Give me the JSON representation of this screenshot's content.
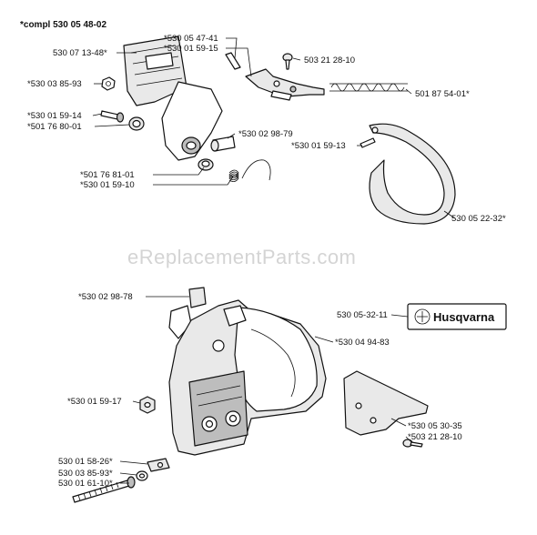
{
  "kit_label": "*compl 530 05 48-02",
  "watermark": "eReplacementParts.com",
  "brand_logo_text": "Husqvarna",
  "labels": [
    "530 07 13-48*",
    "*530 03 85-93",
    "*530 01 59-14",
    "*501 76 80-01",
    "*530 05 47-41",
    "*530 01 59-15",
    "503 21 28-10",
    "501 87 54-01*",
    "*530 02 98-79",
    "*530 01 59-13",
    "*501 76 81-01",
    "*530 01 59-10",
    "530 05 22-32*",
    "*530 02 98-78",
    "530 05-32-11",
    "*530 04 94-83",
    "*530 01 59-17",
    "*530 05 30-35",
    "*503 21 28-10",
    "530 01 58-26*",
    "530 03 85-93*",
    "530 01 61-10*"
  ],
  "colors": {
    "line": "#111111",
    "watermark": "#d4d4d4",
    "fill_light": "#e9e9e9",
    "fill_dark": "#bdbdbd"
  }
}
